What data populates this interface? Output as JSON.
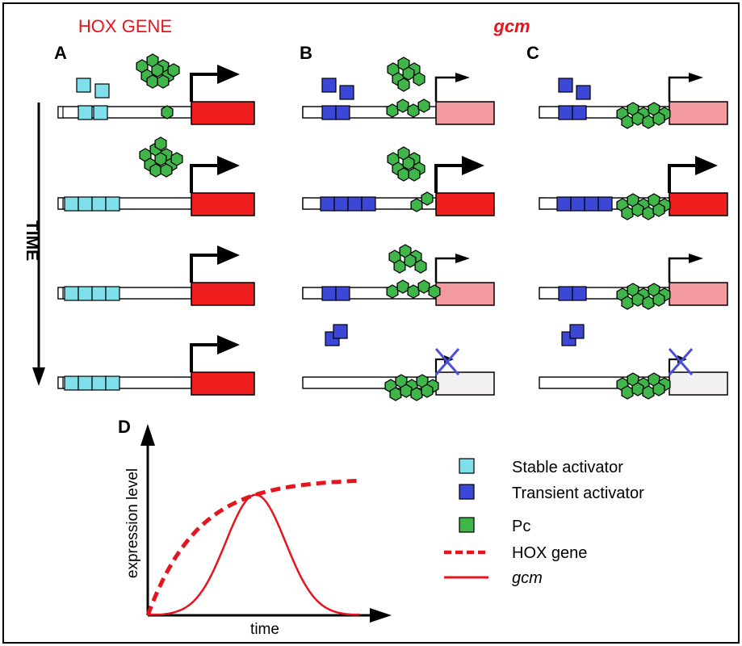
{
  "headers": {
    "hox_gene": "HOX GENE",
    "gcm": "gcm"
  },
  "panel_labels": {
    "a": "A",
    "b": "B",
    "c": "C",
    "d": "D"
  },
  "time_label": "TIME",
  "graph": {
    "ylabel": "expression level",
    "xlabel": "time"
  },
  "legend": {
    "stable": "Stable activator",
    "transient": "Transient activator",
    "pc": "Pc",
    "hox": "HOX gene",
    "gcm": "gcm"
  },
  "colors": {
    "stable_activator": "#7fe0ec",
    "transient_activator": "#3d47d6",
    "pc": "#3fb54a",
    "gene_on": "#ef1d1d",
    "gene_mid": "#f39aa0",
    "gene_off": "#f3f0f1",
    "curve": "#e4151f",
    "cross": "#4b4fd6"
  },
  "chart_data": {
    "type": "line",
    "xlabel": "time",
    "ylabel": "expression level",
    "series": [
      {
        "name": "HOX gene",
        "style": "dashed",
        "x": [
          0,
          0.25,
          0.5,
          0.75,
          1
        ],
        "y": [
          0,
          0.55,
          0.78,
          0.88,
          0.92
        ]
      },
      {
        "name": "gcm",
        "style": "solid",
        "x": [
          0,
          0.25,
          0.5,
          0.75,
          1
        ],
        "y": [
          0,
          0.25,
          0.8,
          0.25,
          0
        ]
      }
    ]
  }
}
